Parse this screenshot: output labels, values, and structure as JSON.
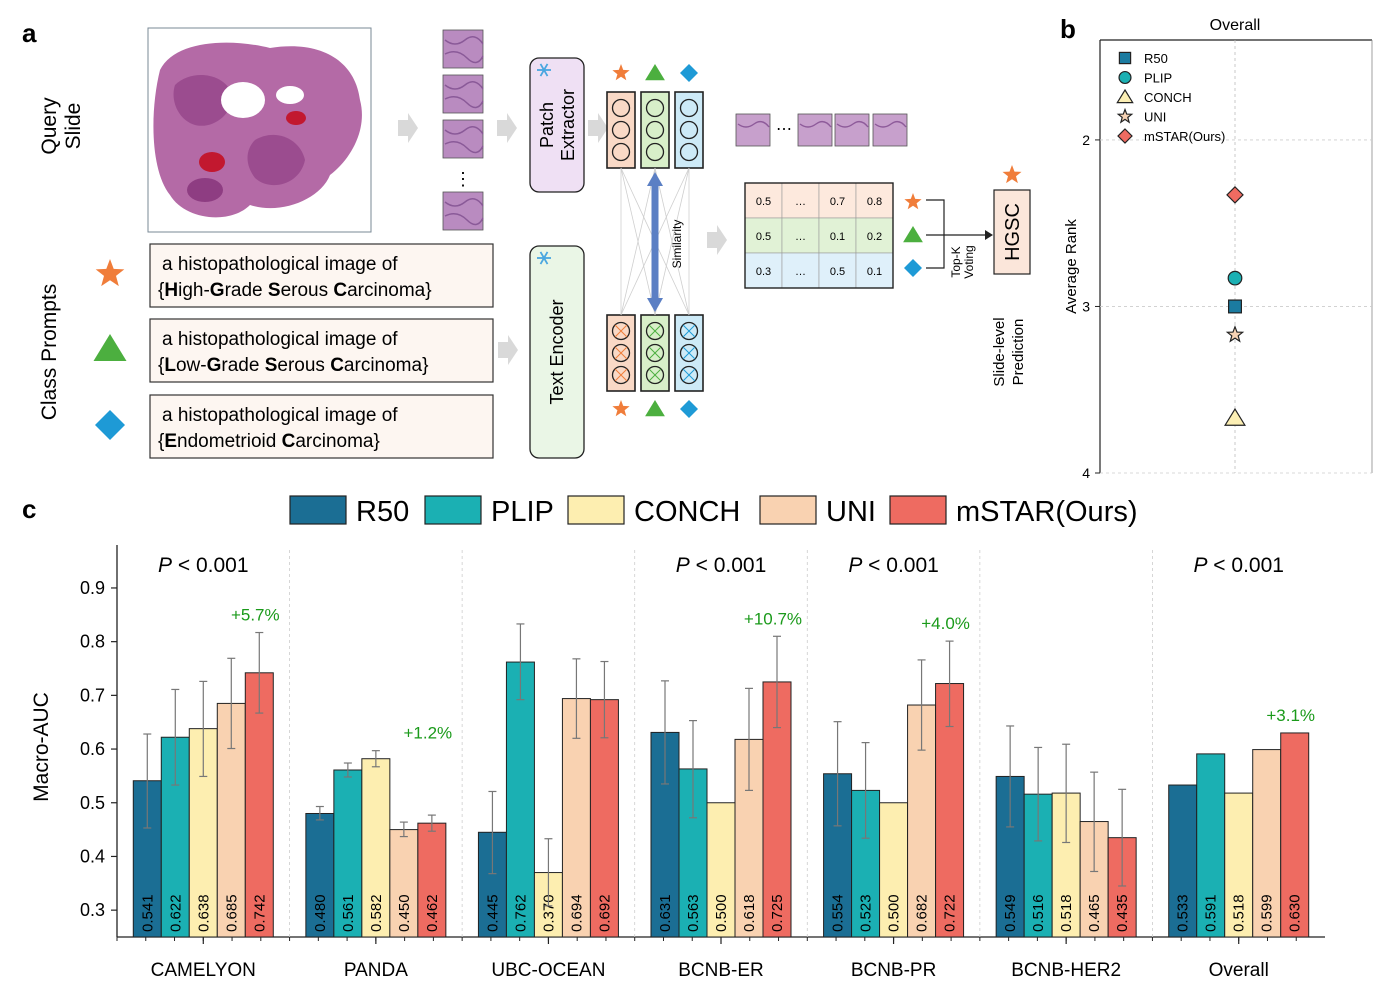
{
  "panels": {
    "a": "a",
    "b": "b",
    "c": "c"
  },
  "panel_a": {
    "query_slide": [
      "Query",
      "Slide"
    ],
    "class_prompts": "Class Prompts",
    "prompts": [
      {
        "line1": "a histopathological image of",
        "line2_parts": [
          [
            "{",
            ""
          ],
          [
            "H",
            "b"
          ],
          [
            "igh-",
            ""
          ],
          [
            "G",
            "b"
          ],
          [
            "rade ",
            ""
          ],
          [
            "S",
            "b"
          ],
          [
            "erous ",
            ""
          ],
          [
            "C",
            "b"
          ],
          [
            "arcinoma}",
            ""
          ]
        ],
        "symbol": "star",
        "color": "#f07d3a"
      },
      {
        "line1": "a histopathological image of",
        "line2_parts": [
          [
            "{",
            ""
          ],
          [
            "L",
            "b"
          ],
          [
            "ow-",
            ""
          ],
          [
            "G",
            "b"
          ],
          [
            "rade ",
            ""
          ],
          [
            "S",
            "b"
          ],
          [
            "erous ",
            ""
          ],
          [
            "C",
            "b"
          ],
          [
            "arcinoma}",
            ""
          ]
        ],
        "symbol": "triangle",
        "color": "#4caf3f"
      },
      {
        "line1": "a histopathological image of",
        "line2_parts": [
          [
            "{",
            ""
          ],
          [
            "E",
            "b"
          ],
          [
            "ndometrioid ",
            ""
          ],
          [
            "C",
            "b"
          ],
          [
            "arcinoma}",
            ""
          ]
        ],
        "symbol": "diamond",
        "color": "#1e9ad6"
      }
    ],
    "patch_extractor": [
      "Patch",
      "Extractor"
    ],
    "text_encoder": "Text Encoder",
    "similarity": "Similarity",
    "matrix": [
      [
        "0.5",
        "…",
        "0.7",
        "0.8"
      ],
      [
        "0.5",
        "…",
        "0.1",
        "0.2"
      ],
      [
        "0.3",
        "…",
        "0.5",
        "0.1"
      ]
    ],
    "ellipsis": "⋯",
    "vdots": "⋮",
    "topk": [
      "Top-K",
      "Voting"
    ],
    "prediction": "HGSC",
    "slide_level": [
      "Slide-level",
      "Prediction"
    ],
    "icons": [
      "snowflake-icon",
      "star-icon",
      "triangle-icon",
      "diamond-icon"
    ]
  },
  "chart_data": [
    {
      "type": "scatter",
      "title": "Overall",
      "xlabel": "",
      "ylabel": "Average Rank",
      "ylim": [
        1.4,
        4
      ],
      "y_inverted": true,
      "y_ticks": [
        2,
        3,
        4
      ],
      "series": [
        {
          "name": "R50",
          "marker": "square",
          "color": "#1b7ba0",
          "y": 3.0
        },
        {
          "name": "PLIP",
          "marker": "circle",
          "color": "#1bb0b3",
          "y": 2.83
        },
        {
          "name": "CONCH",
          "marker": "triangle",
          "color": "#fcefb4",
          "y": 3.67
        },
        {
          "name": "UNI",
          "marker": "star",
          "color": "#f8d3b4",
          "y": 3.17
        },
        {
          "name": "mSTAR(Ours)",
          "marker": "diamond",
          "color": "#ee6b61",
          "y": 2.33
        }
      ],
      "legend": "top-left"
    },
    {
      "type": "bar",
      "title": "",
      "xlabel": "",
      "ylabel": "Macro-AUC",
      "ylim": [
        0.25,
        0.98
      ],
      "y_ticks": [
        "0.3",
        "0.4",
        "0.5",
        "0.6",
        "0.7",
        "0.8",
        "0.9"
      ],
      "categories": [
        "CAMELYON",
        "PANDA",
        "UBC-OCEAN",
        "BCNB-ER",
        "BCNB-PR",
        "BCNB-HER2",
        "Overall"
      ],
      "series": [
        {
          "name": "R50",
          "color": "#1b6e94",
          "values": [
            0.541,
            0.48,
            0.445,
            0.631,
            0.554,
            0.549,
            0.533
          ],
          "labels": [
            "0.541",
            "0.480",
            "0.445",
            "0.631",
            "0.554",
            "0.549",
            "0.533"
          ],
          "err": [
            [
              0.453,
              0.628
            ],
            [
              0.468,
              0.493
            ],
            [
              0.368,
              0.521
            ],
            [
              0.535,
              0.727
            ],
            [
              0.457,
              0.651
            ],
            [
              0.455,
              0.643
            ],
            null
          ]
        },
        {
          "name": "PLIP",
          "color": "#1bb0b3",
          "values": [
            0.622,
            0.561,
            0.762,
            0.563,
            0.523,
            0.516,
            0.591
          ],
          "labels": [
            "0.622",
            "0.561",
            "0.762",
            "0.563",
            "0.523",
            "0.516",
            "0.591"
          ],
          "err": [
            [
              0.533,
              0.711
            ],
            [
              0.548,
              0.574
            ],
            [
              0.692,
              0.833
            ],
            [
              0.472,
              0.653
            ],
            [
              0.434,
              0.612
            ],
            [
              0.429,
              0.603
            ],
            null
          ]
        },
        {
          "name": "CONCH",
          "color": "#fdeeb0",
          "values": [
            0.638,
            0.582,
            0.37,
            0.5,
            0.5,
            0.518,
            0.518
          ],
          "labels": [
            "0.638",
            "0.582",
            "0.370",
            "0.500",
            "0.500",
            "0.518",
            "0.518"
          ],
          "err": [
            [
              0.549,
              0.726
            ],
            [
              0.567,
              0.597
            ],
            [
              0.308,
              0.433
            ],
            null,
            null,
            [
              0.426,
              0.609
            ],
            null
          ]
        },
        {
          "name": "UNI",
          "color": "#f9d2b1",
          "values": [
            0.685,
            0.45,
            0.694,
            0.618,
            0.682,
            0.465,
            0.599
          ],
          "labels": [
            "0.685",
            "0.450",
            "0.694",
            "0.618",
            "0.682",
            "0.465",
            "0.599"
          ],
          "err": [
            [
              0.601,
              0.769
            ],
            [
              0.437,
              0.464
            ],
            [
              0.62,
              0.768
            ],
            [
              0.523,
              0.713
            ],
            [
              0.598,
              0.766
            ],
            [
              0.372,
              0.557
            ],
            null
          ]
        },
        {
          "name": "mSTAR(Ours)",
          "color": "#ee6b61",
          "values": [
            0.742,
            0.462,
            0.692,
            0.725,
            0.722,
            0.435,
            0.63
          ],
          "labels": [
            "0.742",
            "0.462",
            "0.692",
            "0.725",
            "0.722",
            "0.435",
            "0.630"
          ],
          "err": [
            [
              0.667,
              0.817
            ],
            [
              0.447,
              0.477
            ],
            [
              0.621,
              0.763
            ],
            [
              0.64,
              0.81
            ],
            [
              0.642,
              0.801
            ],
            [
              0.345,
              0.525
            ],
            null
          ]
        }
      ],
      "annotations": [
        {
          "category": "CAMELYON",
          "pvalue_p": "P",
          "pvalue_rest": " < 0.001",
          "gain": "+5.7%"
        },
        {
          "category": "PANDA",
          "pvalue_p": "",
          "pvalue_rest": "",
          "gain": "+1.2%"
        },
        {
          "category": "UBC-OCEAN",
          "pvalue_p": "",
          "pvalue_rest": "",
          "gain": ""
        },
        {
          "category": "BCNB-ER",
          "pvalue_p": "P",
          "pvalue_rest": " < 0.001",
          "gain": "+10.7%"
        },
        {
          "category": "BCNB-PR",
          "pvalue_p": "P",
          "pvalue_rest": " < 0.001",
          "gain": "+4.0%"
        },
        {
          "category": "BCNB-HER2",
          "pvalue_p": "",
          "pvalue_rest": "",
          "gain": ""
        },
        {
          "category": "Overall",
          "pvalue_p": "P",
          "pvalue_rest": " < 0.001",
          "gain": "+3.1%"
        }
      ],
      "gain_color": "#1a9a1a",
      "legend": "top"
    }
  ]
}
